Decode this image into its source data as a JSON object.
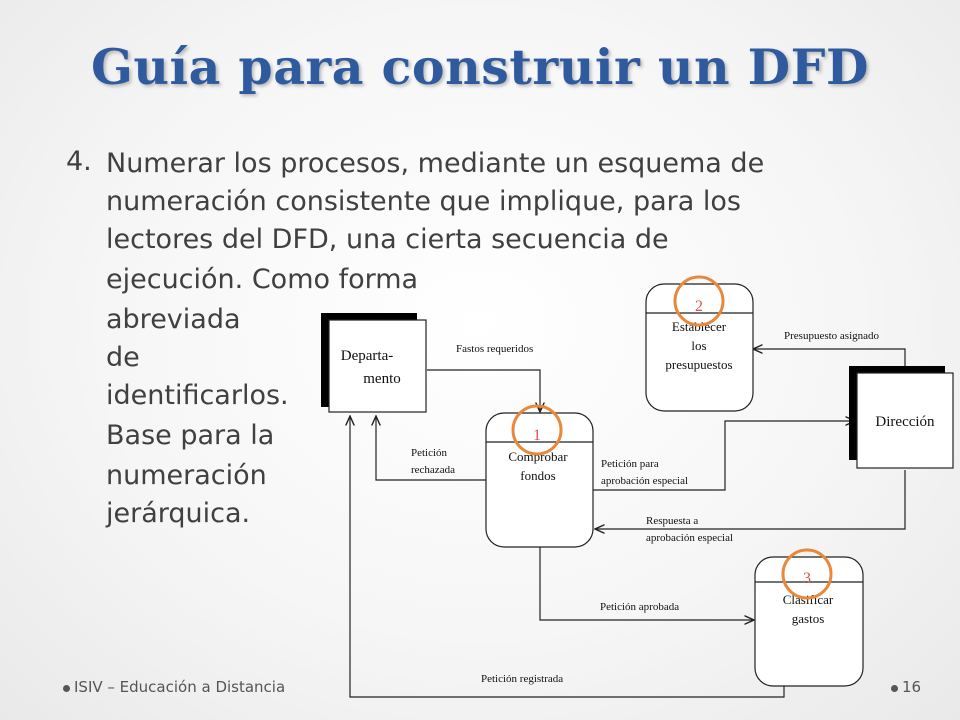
{
  "slide": {
    "title": "Guía para construir un DFD",
    "item_number": "4.",
    "body_lines": [
      "Numerar los procesos, mediante un esquema de",
      "numeración consistente que implique, para los",
      "lectores del DFD, una cierta secuencia de",
      "ejecución. Como forma",
      "abreviada",
      "de",
      "identificarlos.",
      "Base para la",
      "numeración",
      "jerárquica."
    ]
  },
  "diagram": {
    "entities": {
      "departamento": [
        "Departa-",
        "mento"
      ],
      "direccion": "Dirección"
    },
    "processes": {
      "p1": {
        "number": "1",
        "label": [
          "Comprobar",
          "fondos"
        ]
      },
      "p2": {
        "number": "2",
        "label": [
          "Establecer",
          "los",
          "presupuestos"
        ]
      },
      "p3": {
        "number": "3",
        "label": [
          "Clasificar",
          "gastos"
        ]
      }
    },
    "flows": {
      "fastos_requeridos": "Fastos requeridos",
      "presupuesto_asignado": "Presupuesto asignado",
      "peticion_rechazada": [
        "Petición",
        "rechazada"
      ],
      "peticion_aprobacion_especial": [
        "Petición para",
        "aprobación especial"
      ],
      "respuesta_aprobacion_especial": [
        "Respuesta a",
        "aprobación especial"
      ],
      "peticion_aprobada": "Petición aprobada",
      "peticion_registrada": "Petición registrada"
    },
    "colors": {
      "highlight_circle": "#e8883a",
      "number_text": "#d9534f"
    }
  },
  "footer": {
    "left": "ISIV – Educación a Distancia",
    "page": "16"
  }
}
